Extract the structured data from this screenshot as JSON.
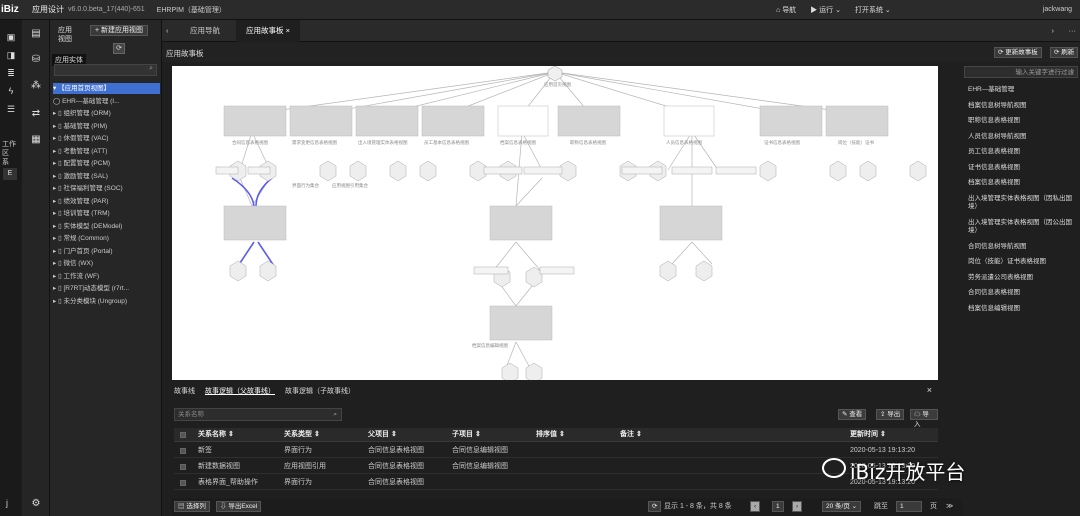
{
  "topbar": {
    "logo": "iBiz",
    "app_name": "应用设计",
    "version": "v6.0.0.beta_17(440)-651",
    "project": "EHRPIM（基础管理）",
    "nav": "导航",
    "run": "运行",
    "open_system": "打开系统",
    "user": "jackwang"
  },
  "sidebar2": {
    "label1": "工作区",
    "label2": "系"
  },
  "tree": {
    "header": "应用视图",
    "new_button": "+ 新建应用视图",
    "tooltip": "应用实体",
    "items": [
      {
        "label": "【应用首页视图】",
        "selected": true
      },
      {
        "label": "EHR—基础管理 (I..."
      },
      {
        "label": "组织管理 (ORM)"
      },
      {
        "label": "基础管理 (PIM)"
      },
      {
        "label": "休假管理 (VAC)"
      },
      {
        "label": "考勤管理 (ATT)"
      },
      {
        "label": "配置管理 (PCM)"
      },
      {
        "label": "激励管理 (SAL)"
      },
      {
        "label": "社保福利管理 (SOC)"
      },
      {
        "label": "绩效管理 (PAR)"
      },
      {
        "label": "培训管理 (TRM)"
      },
      {
        "label": "实体模型 (DEModel)"
      },
      {
        "label": "常规 (Common)"
      },
      {
        "label": "门户首页 (Portal)"
      },
      {
        "label": "微信 (WX)"
      },
      {
        "label": "工作流 (WF)"
      },
      {
        "label": "[R7RT]动态模型 (r7rt..."
      },
      {
        "label": "未分类模块 (Ungroup)"
      }
    ]
  },
  "tabs": {
    "tab1": "应用导航",
    "tab2": "应用故事板",
    "close": "×"
  },
  "storyboard": {
    "title": "应用故事板",
    "btn_update": "更新故事板",
    "btn_refresh": "刷新"
  },
  "canvas": {
    "top_label": "应用首页视图",
    "node_labels": [
      "合同信息表格视图",
      "需求变更信息表格视图",
      "出入境管理实体表格视图",
      "员工基本信息表格视图",
      "档案信息表格视图",
      "职称信息表格视图",
      "人员信息表格视图",
      "证书信息表格视图",
      "岗位（技能）证书"
    ],
    "bottom_texts": [
      "界面行为集合",
      "应用视图引用集合"
    ],
    "center_label": "档案信息编辑视图"
  },
  "right_panel": {
    "search_placeholder": "输入关键字进行过滤",
    "items": [
      "EHR—基础管理",
      "档案信息树导航视图",
      "职称信息表格视图",
      "人员信息树导航视图",
      "员工信息表格视图",
      "证书信息表格视图",
      "档案信息表格视图",
      "出入境管理实体表格视图（因私出国境）",
      "出入境管理实体表格视图（因公出国境）",
      "合同信息树导航视图",
      "岗位（技能）证书表格视图",
      "劳务派遣公司表格视图",
      "合同信息表格视图",
      "档案信息编辑视图"
    ]
  },
  "bottom": {
    "tabs": [
      "故事线",
      "故事逻辑（父故事线）",
      "故事逻辑（子故事线）"
    ],
    "search_placeholder": "关系名称",
    "btn_edit": "查看",
    "btn_export": "导出",
    "btn_import": "导入",
    "columns": [
      "关系名称",
      "关系类型",
      "父项目",
      "子项目",
      "排序值",
      "备注",
      "更新时间"
    ],
    "rows": [
      [
        "新签",
        "界面行为",
        "合同信息表格视图",
        "合同信息编辑视图",
        "",
        "",
        "2020-05-13 19:13:20"
      ],
      [
        "新建数据视图",
        "应用视图引用",
        "合同信息表格视图",
        "合同信息编辑视图",
        "",
        "",
        "2020-05-13 19:13:20"
      ],
      [
        "表格界面_帮助操作",
        "界面行为",
        "合同信息表格视图",
        "",
        "",
        "",
        "2020-05-13 19:13:20"
      ]
    ]
  },
  "footer": {
    "select_cols": "选择列",
    "export_excel": "导出Excel",
    "summary": "显示 1 - 8 条，共 8 条",
    "page": "1",
    "page_size": "20 条/页",
    "goto": "跳至",
    "goto_page": "1",
    "page_unit": "页"
  },
  "watermark": "iBiz开放平台"
}
